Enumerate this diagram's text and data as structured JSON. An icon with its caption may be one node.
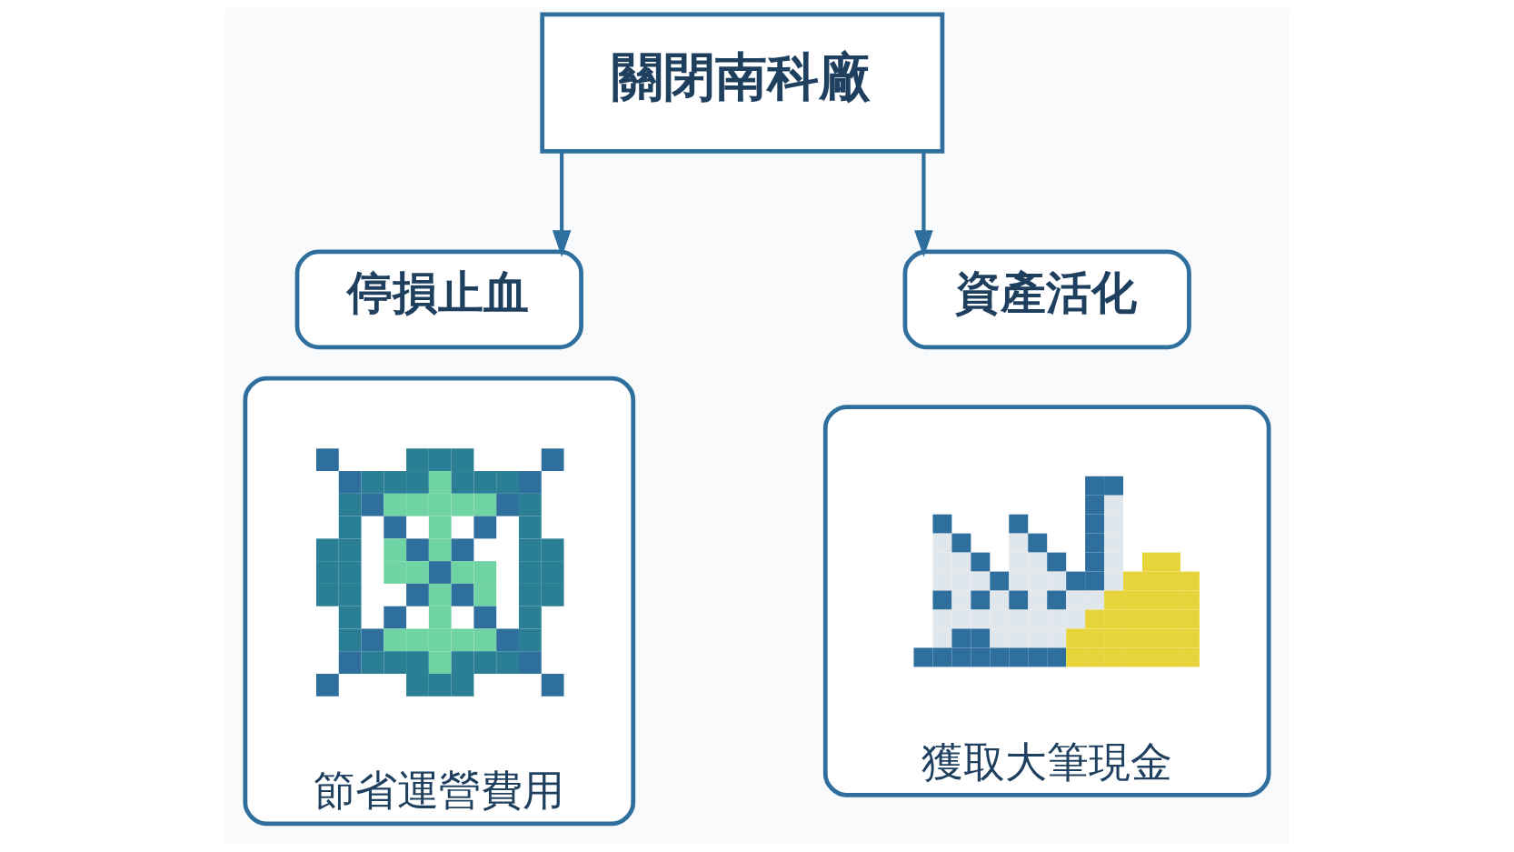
{
  "diagram": {
    "nodes": [
      {
        "text": [
          "關閉南科廠"
        ]
      },
      {
        "text": [
          "停損止血"
        ]
      },
      {
        "text": [
          "節省運營費用"
        ]
      },
      {
        "text": [],
        "shape": "picture",
        "in": 2
      },
      {
        "text": [
          "資產活化"
        ]
      },
      {
        "text": [
          "獲取大筆現金"
        ]
      },
      {
        "text": [],
        "shape": "picture",
        "in": 5
      }
    ],
    "edges": [
      {
        "from": 0,
        "to": 1,
        "arrow": "to"
      },
      {
        "from": 0,
        "to": 4,
        "arrow": "to"
      }
    ]
  }
}
